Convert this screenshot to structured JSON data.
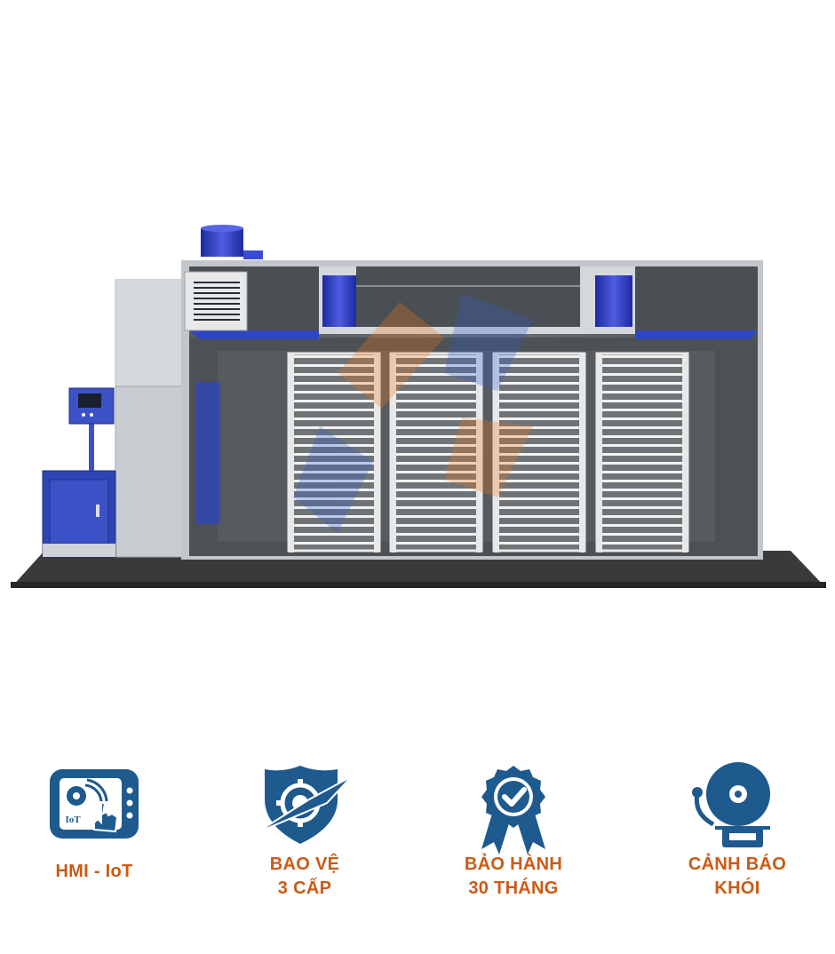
{
  "colors": {
    "accent_blue": "#1f5a8e",
    "label_orange": "#cc5a14",
    "fan_blue": "#2f3fc0",
    "floor": "#2e2e2e"
  },
  "features": [
    {
      "icon": "hmi-iot-icon",
      "lines": [
        "HMI - IoT"
      ]
    },
    {
      "icon": "shield-gear-icon",
      "lines": [
        "BAO VỆ",
        "3 CẤP"
      ]
    },
    {
      "icon": "warranty-badge-icon",
      "lines": [
        "BẢO HÀNH",
        "30 THÁNG"
      ]
    },
    {
      "icon": "alarm-bell-icon",
      "lines": [
        "CẢNH BÁO",
        "KHÓI"
      ]
    }
  ],
  "hmi_icon_text": "IoT"
}
